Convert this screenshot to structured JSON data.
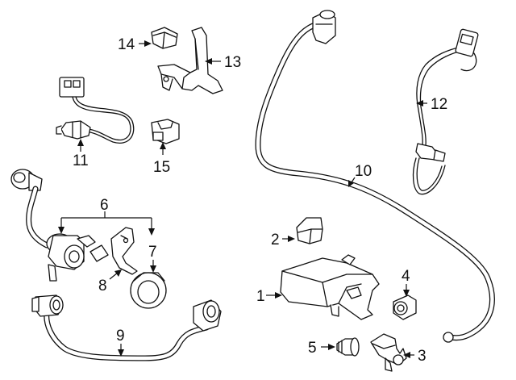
{
  "diagram": {
    "callouts": [
      {
        "id": "c1",
        "text": "1"
      },
      {
        "id": "c2",
        "text": "2"
      },
      {
        "id": "c3",
        "text": "3"
      },
      {
        "id": "c4",
        "text": "4"
      },
      {
        "id": "c5",
        "text": "5"
      },
      {
        "id": "c6",
        "text": "6"
      },
      {
        "id": "c7",
        "text": "7"
      },
      {
        "id": "c8",
        "text": "8"
      },
      {
        "id": "c9",
        "text": "9"
      },
      {
        "id": "c10",
        "text": "10"
      },
      {
        "id": "c11",
        "text": "11"
      },
      {
        "id": "c12",
        "text": "12"
      },
      {
        "id": "c13",
        "text": "13"
      },
      {
        "id": "c14",
        "text": "14"
      },
      {
        "id": "c15",
        "text": "15"
      }
    ]
  }
}
